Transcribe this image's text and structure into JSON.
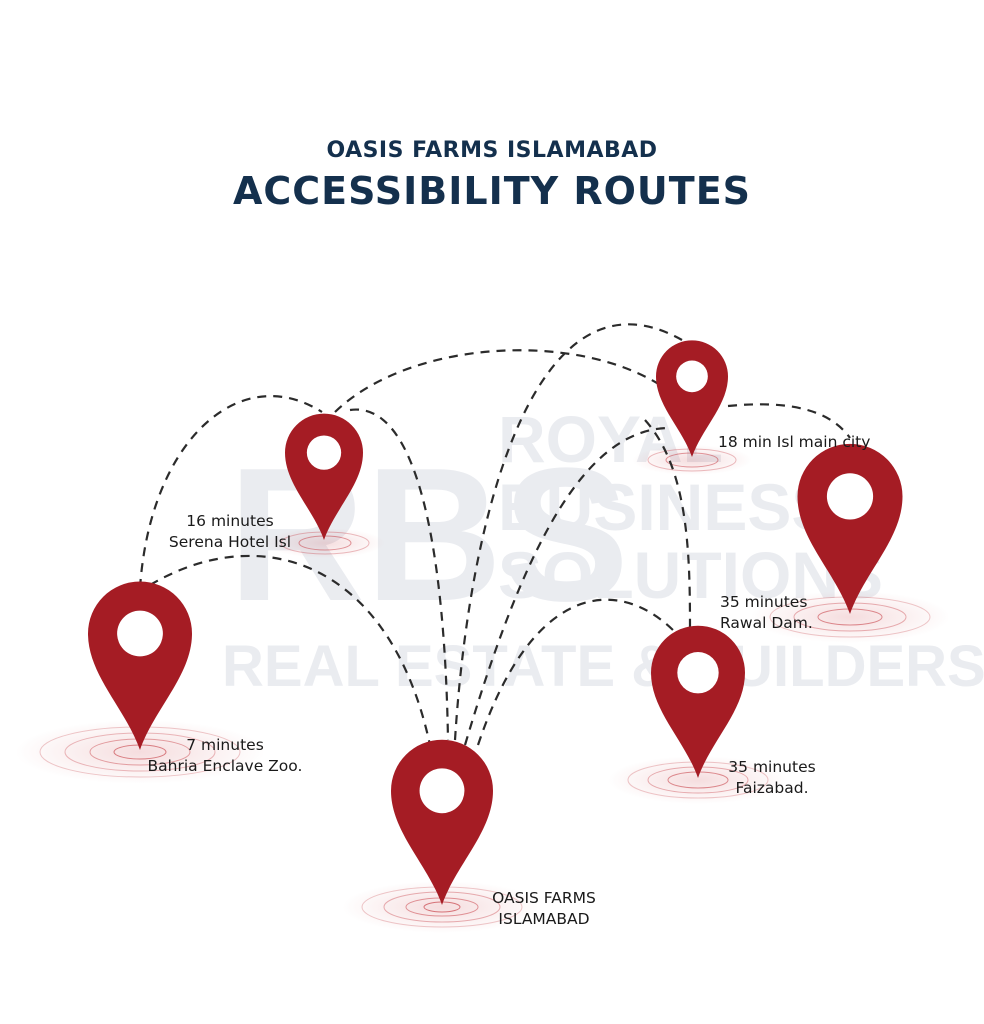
{
  "header": {
    "subtitle": "OASIS FARMS ISLAMABAD",
    "title": "ACCESSIBILITY ROUTES"
  },
  "watermark": {
    "monogram": "RBS",
    "lines": [
      "ROYAL",
      "BUSINESS",
      "SOLUTIONS",
      "REAL ESTATE & BUILDERS"
    ]
  },
  "locations": [
    {
      "id": "serena",
      "lines": [
        "16 minutes",
        "Serena Hotel Isl"
      ]
    },
    {
      "id": "main-city",
      "lines": [
        "18 min Isl  main city"
      ]
    },
    {
      "id": "rawal",
      "lines": [
        "35 minutes",
        "Rawal Dam."
      ]
    },
    {
      "id": "bahria",
      "lines": [
        "7 minutes",
        "Bahria Enclave Zoo."
      ]
    },
    {
      "id": "faizabad",
      "lines": [
        "35 minutes",
        "Faizabad."
      ]
    },
    {
      "id": "oasis",
      "lines": [
        "OASIS FARMS",
        "ISLAMABAD"
      ]
    }
  ],
  "colors": {
    "pin": "#a51c24",
    "title": "#14304d",
    "route": "#2b2b2b"
  }
}
